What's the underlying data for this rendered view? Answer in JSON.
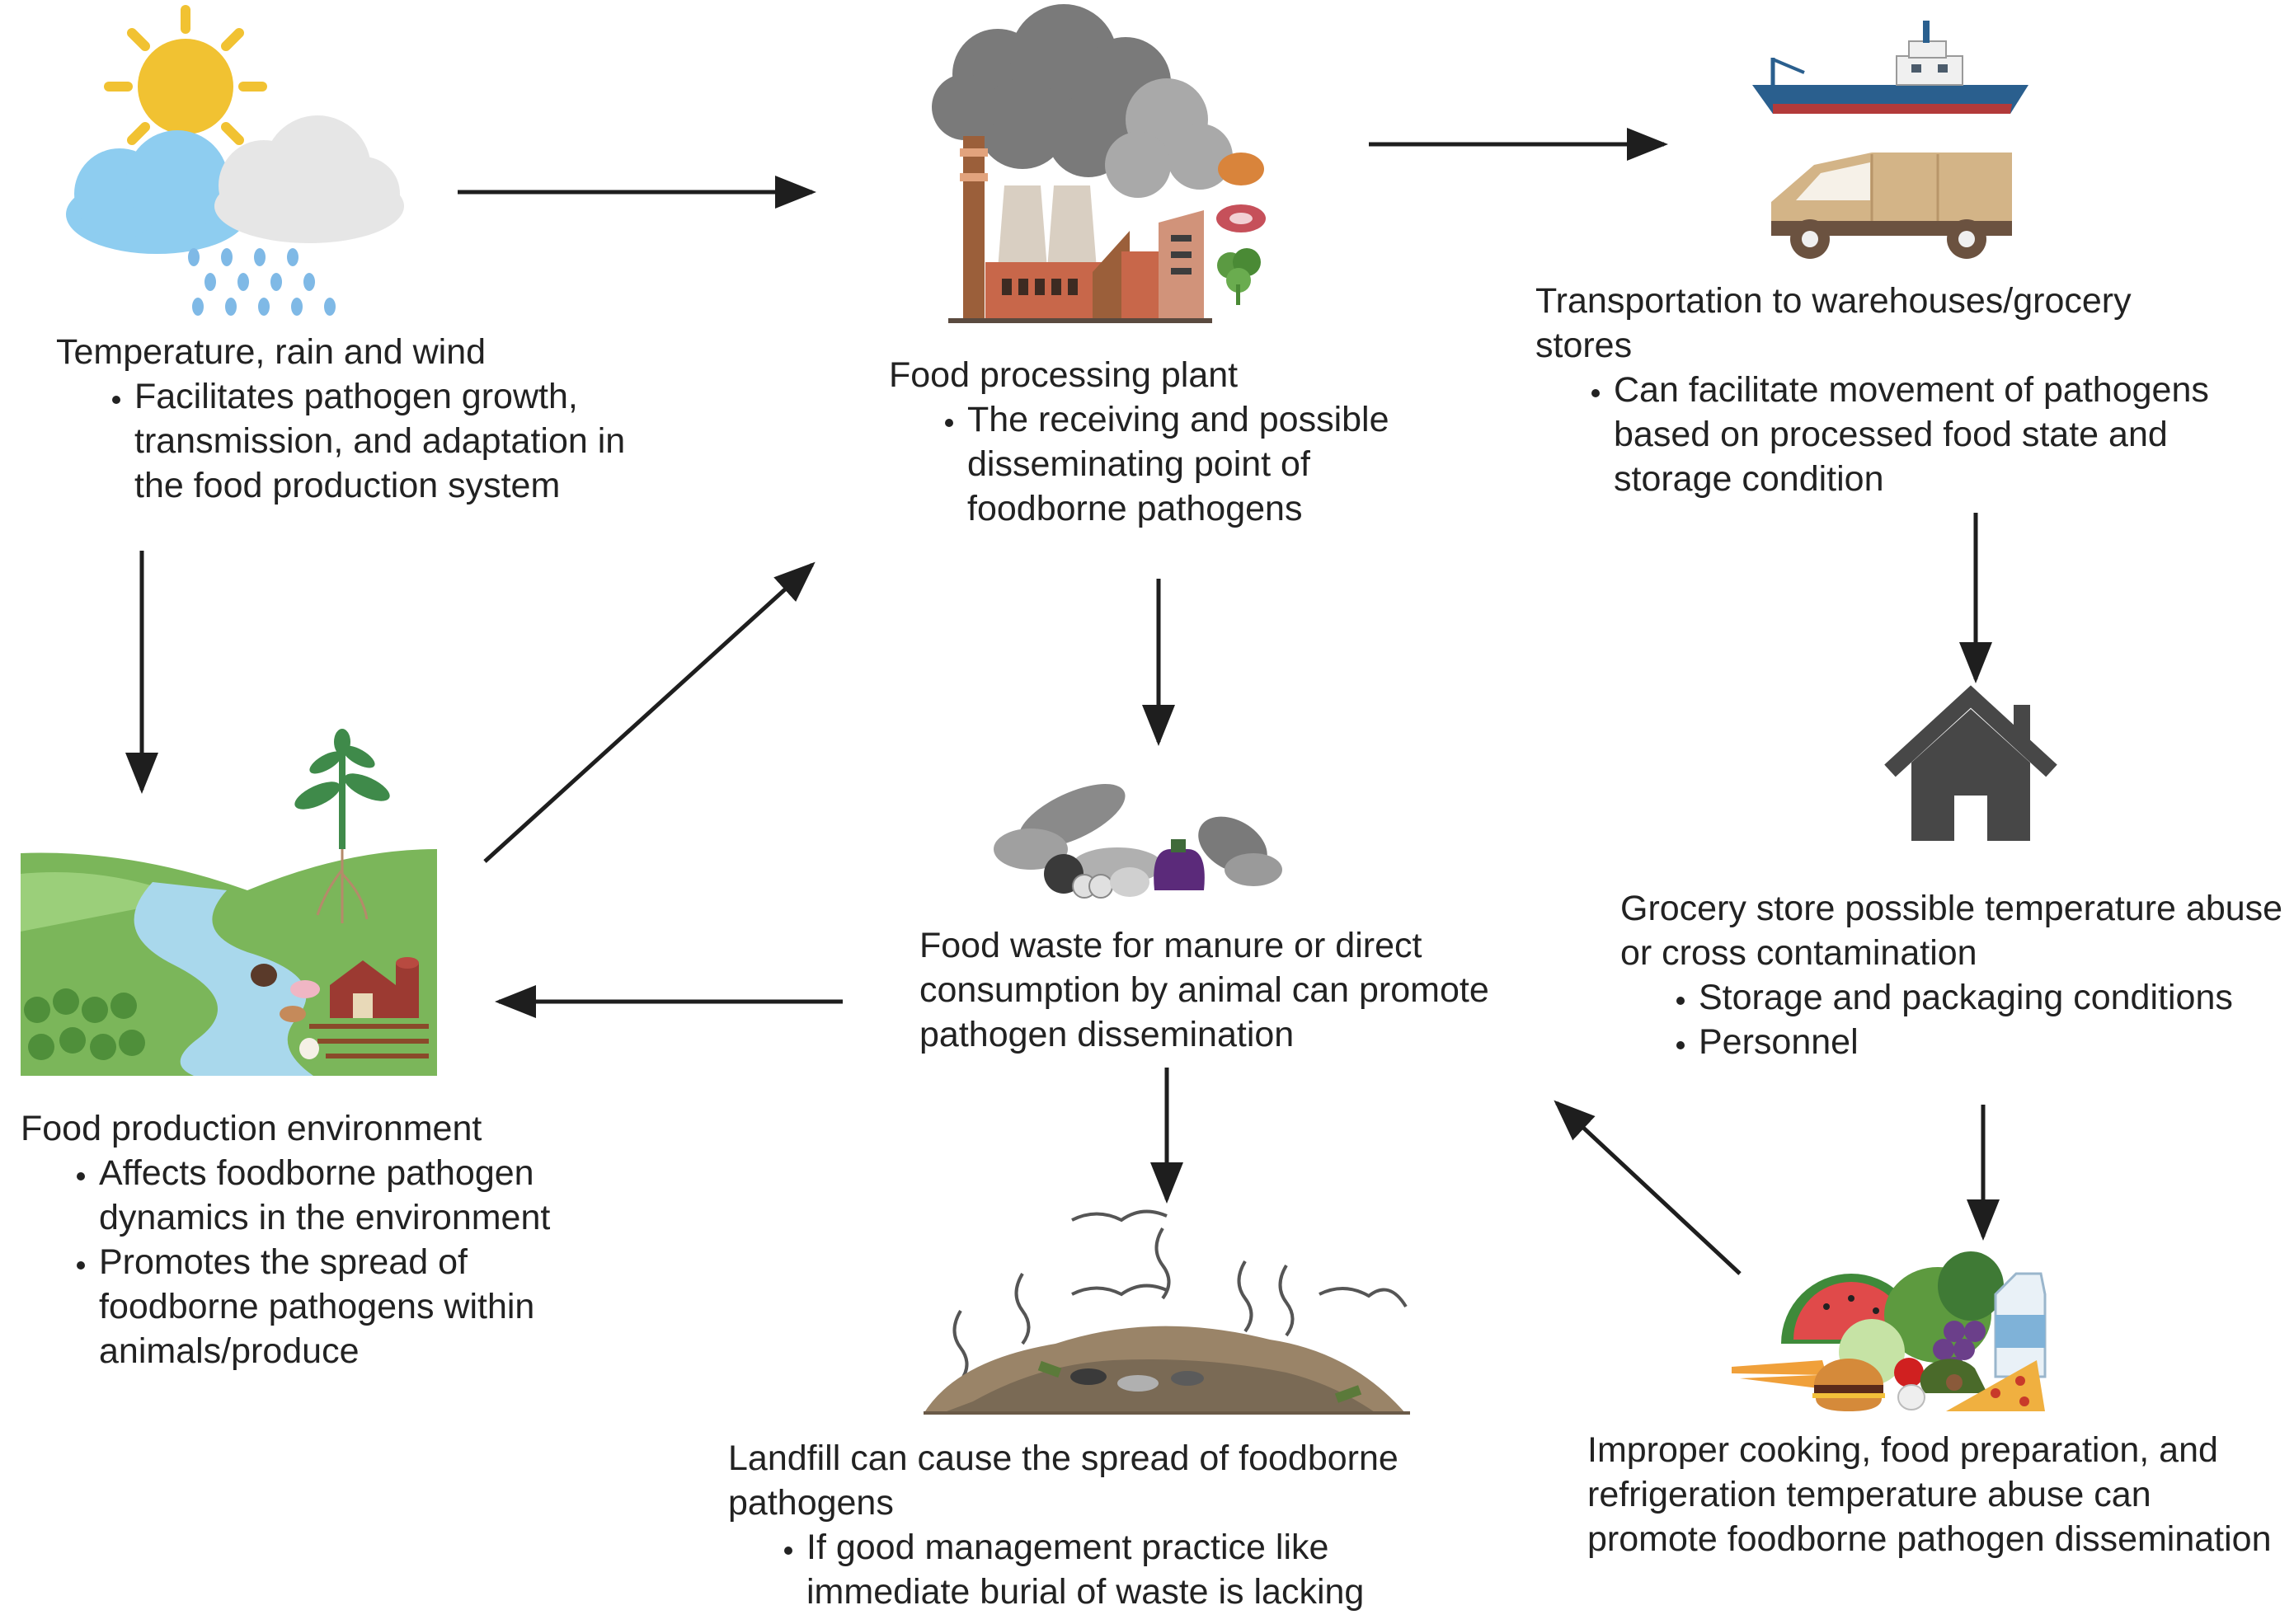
{
  "nodes": {
    "weather": {
      "title": "Temperature, rain and wind",
      "bullets": [
        "Facilitates pathogen growth, transmission, and adaptation in the food production system"
      ]
    },
    "processing": {
      "title": "Food processing plant",
      "bullets": [
        "The receiving and possible disseminating point of foodborne pathogens"
      ]
    },
    "transport": {
      "title": "Transportation to warehouses/grocery stores",
      "bullets": [
        "Can facilitate movement of pathogens based on processed food state and storage condition"
      ]
    },
    "production": {
      "title": "Food production environment",
      "bullets": [
        "Affects foodborne pathogen dynamics in the environment",
        "Promotes the spread of foodborne pathogens within animals/produce"
      ]
    },
    "waste": {
      "title": "Food waste for manure or direct consumption by animal can promote pathogen dissemination",
      "bullets": []
    },
    "grocery": {
      "title": "Grocery store possible temperature abuse or cross contamination",
      "bullets": [
        "Storage and packaging conditions",
        "Personnel"
      ]
    },
    "landfill": {
      "title": "Landfill can cause the spread of foodborne pathogens",
      "bullets": [
        "If good management practice like immediate burial of waste is lacking"
      ]
    },
    "consumer": {
      "title": "Improper cooking, food preparation, and refrigeration temperature abuse can promote foodborne pathogen dissemination",
      "bullets": []
    }
  },
  "icons": {
    "sun": "sun-icon",
    "clouds": "rain-cloud-icon",
    "factory": "factory-icon",
    "ship": "cargo-ship-icon",
    "van": "delivery-van-icon",
    "house": "house-icon",
    "farm": "farm-landscape-icon",
    "waste": "vegetable-waste-icon",
    "landfill": "landfill-icon",
    "groceries": "groceries-icon"
  },
  "colors": {
    "arrow": "#1e1e1e",
    "sun": "#f1c232",
    "cloud_blue": "#8ecdf0",
    "cloud_grey": "#e6e6e6",
    "rain": "#7fb9e6",
    "smoke": "#7a7a7a",
    "brick": "#c8674a",
    "chimney": "#9b5f3a",
    "ship_hull": "#2a5f8e",
    "ship_keel": "#b23a3a",
    "van": "#d3b487",
    "house": "#474747",
    "grass": "#7bb65a",
    "river": "#a9d8ec",
    "barn": "#9c3a32",
    "plant": "#3f8a4a",
    "landfill_dirt": "#9a8468"
  }
}
